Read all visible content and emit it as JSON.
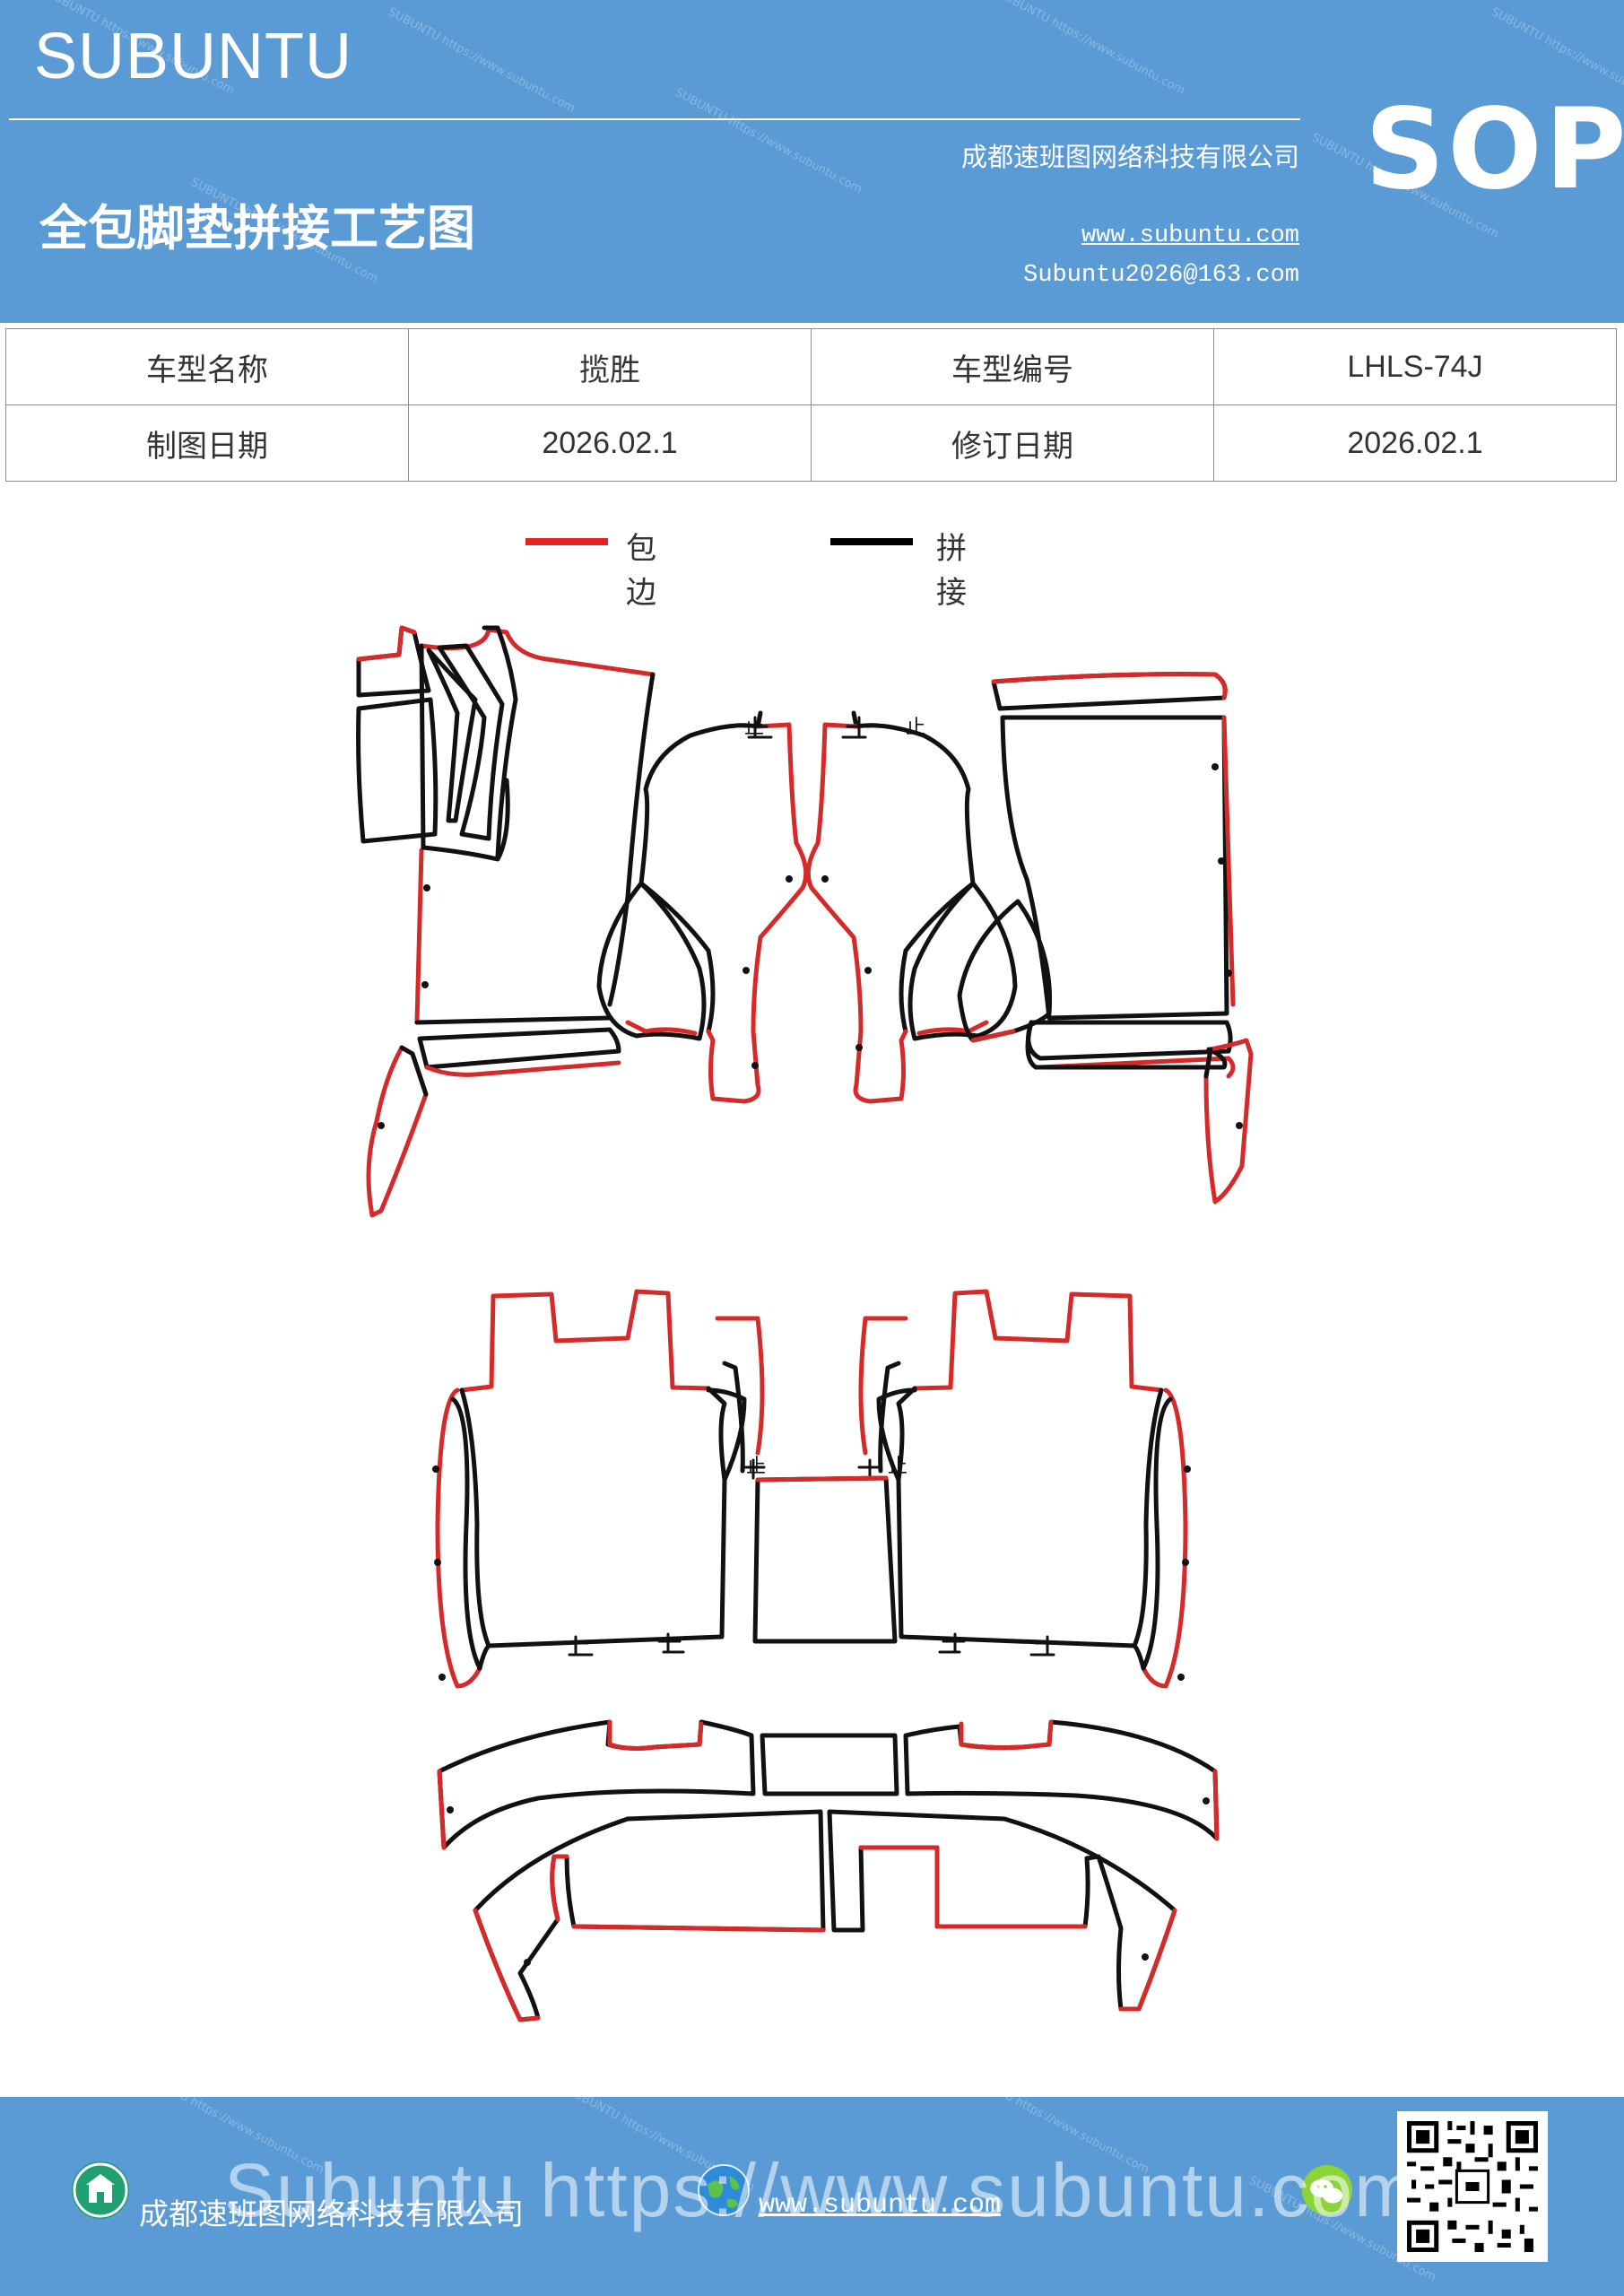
{
  "header": {
    "brand": "SUBUNTU",
    "title": "全包脚垫拼接工艺图",
    "company": "成都速班图网络科技有限公司",
    "website": "www.subuntu.com",
    "email": "Subuntu2026@163.com",
    "sop": "SOP",
    "watermark": "SUBUNTU https://www.subuntu.com"
  },
  "info_table": {
    "rows": [
      {
        "label1": "车型名称",
        "value1": "揽胜",
        "label2": "车型编号",
        "value2": "LHLS-74J"
      },
      {
        "label1": "制图日期",
        "value1": "2026.02.1",
        "label2": "修订日期",
        "value2": "2026.02.1"
      }
    ]
  },
  "legend": {
    "items": [
      {
        "label": "包边",
        "color": "#e82020"
      },
      {
        "label": "拼接",
        "color": "#000000"
      }
    ]
  },
  "diagram": {
    "stop_mark": "止",
    "edge_color": "#d42a2a",
    "seam_color": "#111111"
  },
  "footer": {
    "company": "成都速班图网络科技有限公司",
    "website": "www.subuntu.com",
    "overlay_text": "Subuntu https://www.subuntu.com",
    "icons": [
      "building-icon",
      "globe-icon",
      "wechat-icon"
    ]
  }
}
